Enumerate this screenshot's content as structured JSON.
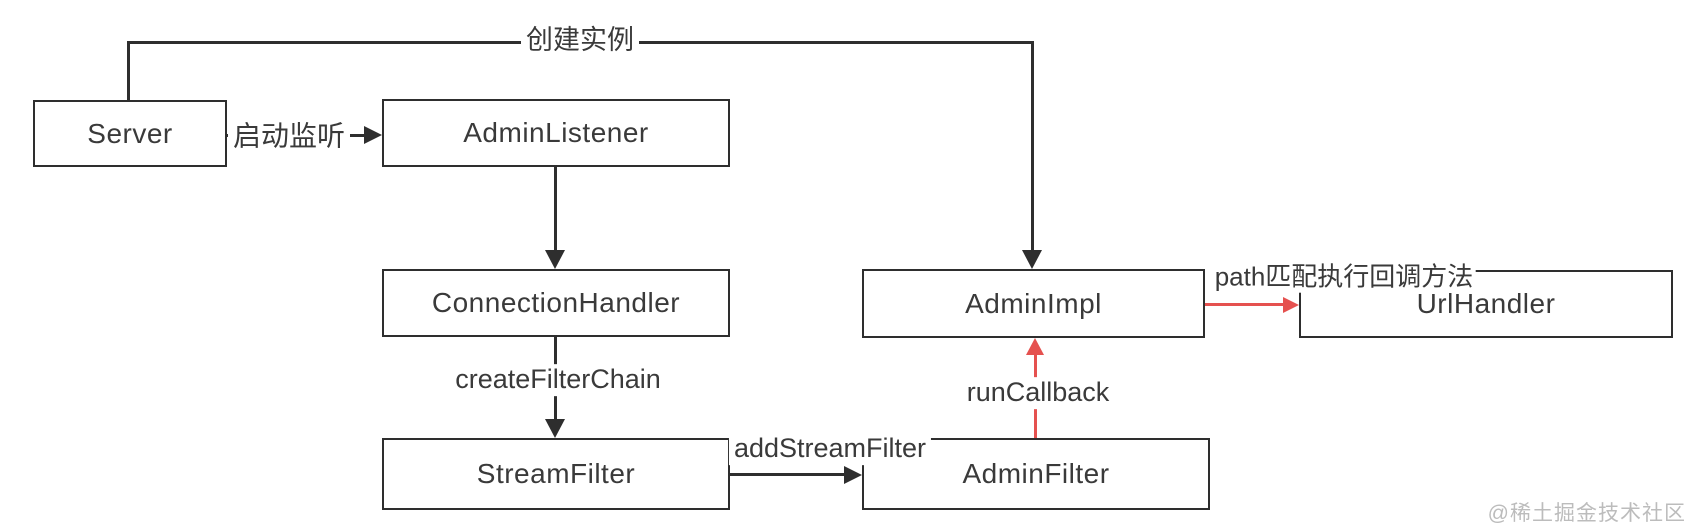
{
  "nodes": {
    "server": {
      "label": "Server"
    },
    "admin_listener": {
      "label": "AdminListener"
    },
    "connection_handler": {
      "label": "ConnectionHandler"
    },
    "stream_filter": {
      "label": "StreamFilter"
    },
    "admin_impl": {
      "label": "AdminImpl"
    },
    "admin_filter": {
      "label": "AdminFilter"
    },
    "url_handler": {
      "label": "UrlHandler"
    }
  },
  "edges": {
    "create_instance": {
      "label": "创建实例",
      "from": "Server",
      "to": "AdminImpl",
      "color": "#2e2e2e"
    },
    "start_listen": {
      "label": "启动监听",
      "from": "Server",
      "to": "AdminListener",
      "color": "#2e2e2e"
    },
    "listener_to_handler": {
      "label": "",
      "from": "AdminListener",
      "to": "ConnectionHandler",
      "color": "#2e2e2e"
    },
    "create_filter_chain": {
      "label": "createFilterChain",
      "from": "ConnectionHandler",
      "to": "StreamFilter",
      "color": "#2e2e2e"
    },
    "add_stream_filter": {
      "label": "addStreamFilter",
      "from": "StreamFilter",
      "to": "AdminFilter",
      "color": "#2e2e2e"
    },
    "run_callback": {
      "label": "runCallback",
      "from": "AdminFilter",
      "to": "AdminImpl",
      "color": "#e5514f"
    },
    "path_match": {
      "label": "path匹配执行回调方法",
      "from": "AdminImpl",
      "to": "UrlHandler",
      "color": "#e5514f"
    }
  },
  "watermark": "@稀土掘金技术社区",
  "colors": {
    "stroke": "#2e2e2e",
    "text": "#3a3a3a",
    "red": "#e5514f",
    "watermark": "#bcbcbc",
    "background": "#ffffff"
  }
}
